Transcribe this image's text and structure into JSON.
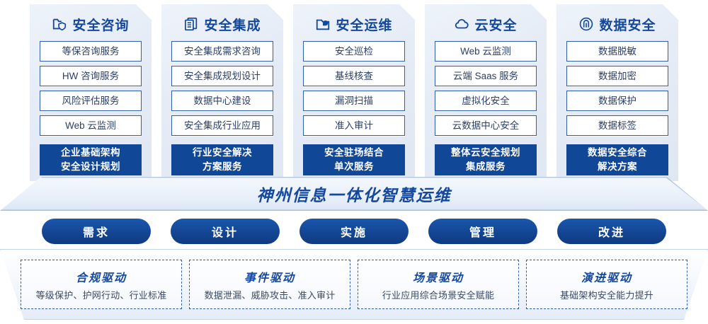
{
  "pillars": [
    {
      "icon": "folder-shield-icon",
      "title": "安全咨询",
      "items": [
        "等保咨询服务",
        "HW 咨询服务",
        "风险评估服务",
        "Web 云监测"
      ],
      "highlight_line1": "企业基础架构",
      "highlight_line2": "安全设计规划"
    },
    {
      "icon": "documents-stack-icon",
      "title": "安全集成",
      "items": [
        "安全集成需求咨询",
        "安全集成规划设计",
        "数据中心建设",
        "安全集成行业应用"
      ],
      "highlight_line1": "行业安全解决",
      "highlight_line2": "方案服务"
    },
    {
      "icon": "monitor-chart-icon",
      "title": "安全运维",
      "items": [
        "安全巡检",
        "基线核查",
        "漏洞扫描",
        "准入审计"
      ],
      "highlight_line1": "安全驻场结合",
      "highlight_line2": "单次服务"
    },
    {
      "icon": "cloud-icon",
      "title": "云安全",
      "items": [
        "Web 云监测",
        "云端 Saas 服务",
        "虚拟化安全",
        "云数据中心安全"
      ],
      "highlight_line1": "整体云安全规划",
      "highlight_line2": "集成服务"
    },
    {
      "icon": "fingerprint-icon",
      "title": "数据安全",
      "items": [
        "数据脱敏",
        "数据加密",
        "数据保护",
        "数据标签"
      ],
      "highlight_line1": "数据安全综合",
      "highlight_line2": "解决方案"
    }
  ],
  "banner": {
    "text": "神州信息一体化智慧运维"
  },
  "phases": [
    {
      "label": "需求"
    },
    {
      "label": "设计"
    },
    {
      "label": "实施"
    },
    {
      "label": "管理"
    },
    {
      "label": "改进"
    }
  ],
  "drivers": [
    {
      "title": "合规驱动",
      "subtitle": "等级保护、护网行动、行业标准"
    },
    {
      "title": "事件驱动",
      "subtitle": "数据泄漏、威胁攻击、准入审计"
    },
    {
      "title": "场景驱动",
      "subtitle": "行业应用综合场景安全赋能"
    },
    {
      "title": "演进驱动",
      "subtitle": "基础架构安全能力提升"
    }
  ],
  "colors": {
    "brand_blue": "#14489b",
    "deep_blue": "#114797",
    "card_border": "#2f5fae",
    "card_bg": "#e6ecf6"
  }
}
